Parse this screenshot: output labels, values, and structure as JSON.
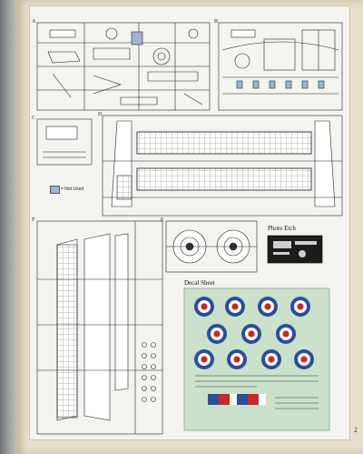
{
  "sprue_labels": [
    "A",
    "B",
    "C",
    "D",
    "E",
    "F"
  ],
  "legend": {
    "text": "= Not Used",
    "swatch_color": "#9fb3d6"
  },
  "photo_etch_title": "Photo Etch",
  "decal_sheet_title": "Decal Sheet",
  "page_number": "2",
  "colors": {
    "roundel_blue": "#2a4e9a",
    "roundel_red": "#c42a2a",
    "decal_sheet_green": "#c9e2c9",
    "page_cream": "#e7e0c8"
  }
}
